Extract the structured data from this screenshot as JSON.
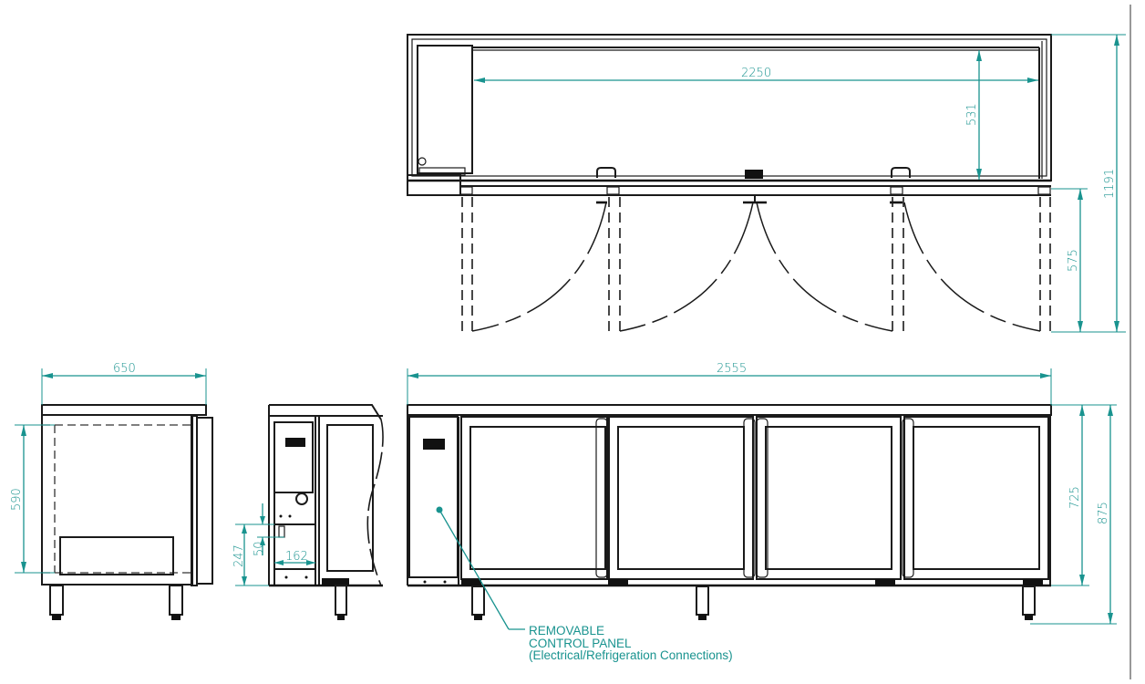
{
  "drawing": {
    "title": "Refrigerated counter dimensional drawing",
    "dimension_color": "#19938f",
    "line_color": "#1a1a1a",
    "units": "mm"
  },
  "top_view": {
    "interior_width_label": "2250",
    "interior_depth_label": "531",
    "overall_depth_label": "1191",
    "door_swing_label": "575",
    "door_count": 4
  },
  "side_view": {
    "width_label": "650",
    "height_label": "590"
  },
  "detail_view": {
    "opening_height_label": "247",
    "opening_gap_label": "50",
    "opening_width_label": "162"
  },
  "front_view": {
    "overall_width_label": "2555",
    "body_height_label": "725",
    "overall_height_label": "875",
    "door_count": 4
  },
  "callout": {
    "line1": "REMOVABLE",
    "line2": "CONTROL PANEL",
    "line3": "(Electrical/Refrigeration Connections)"
  }
}
